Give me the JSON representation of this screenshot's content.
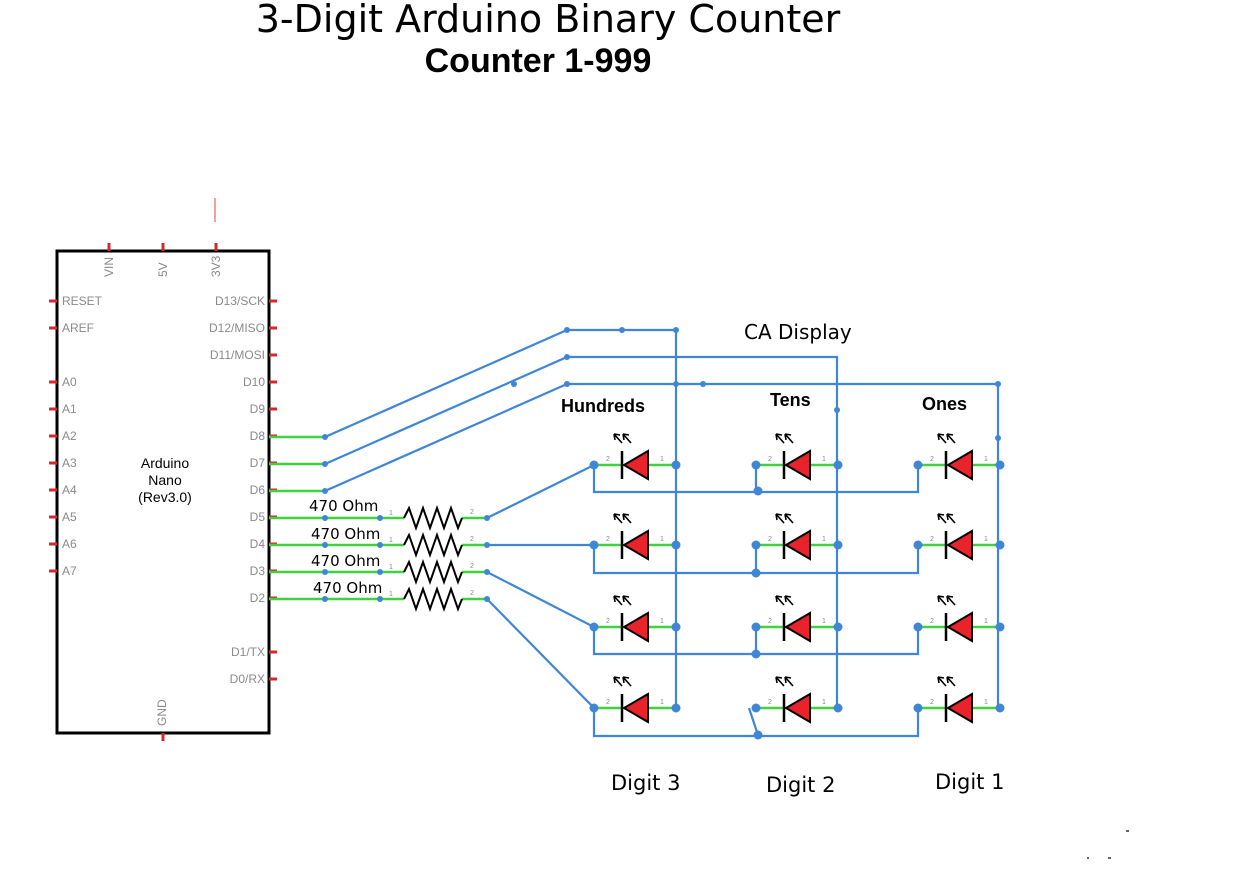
{
  "title": "3-Digit Arduino Binary Counter",
  "subtitle": "Counter 1-999",
  "board": {
    "name_lines": [
      "Arduino",
      "Nano",
      "(Rev3.0)"
    ],
    "top_pins": [
      "VIN",
      "5V",
      "3V3"
    ],
    "left_pins": [
      "RESET",
      "AREF",
      "A0",
      "A1",
      "A2",
      "A3",
      "A4",
      "A5",
      "A6",
      "A7"
    ],
    "right_pins": [
      "D13/SCK",
      "D12/MISO",
      "D11/MOSI",
      "D10",
      "D9",
      "D8",
      "D7",
      "D6",
      "D5",
      "D4",
      "D3",
      "D2",
      "D1/TX",
      "D0/RX"
    ],
    "bottom_pin": "GND"
  },
  "resistors": [
    {
      "label": "470 Ohm",
      "pin1": "1",
      "pin2": "2"
    },
    {
      "label": "470 Ohm",
      "pin1": "1",
      "pin2": "2"
    },
    {
      "label": "470 Ohm",
      "pin1": "1",
      "pin2": "2"
    },
    {
      "label": "470 Ohm",
      "pin1": "1",
      "pin2": "2"
    }
  ],
  "display_label": "CA Display",
  "columns": [
    {
      "heading": "Hundreds",
      "digit": "Digit 3"
    },
    {
      "heading": "Tens",
      "digit": "Digit 2"
    },
    {
      "heading": "Ones",
      "digit": "Digit 1"
    }
  ],
  "led_pins": {
    "anode": "2",
    "cathode": "1"
  },
  "colors": {
    "wire": "#3f86d6",
    "pin_wire": "#3fd13f",
    "led_fill": "#e8232a",
    "board_outline": "#000000",
    "pin_stub": "#d62828"
  }
}
